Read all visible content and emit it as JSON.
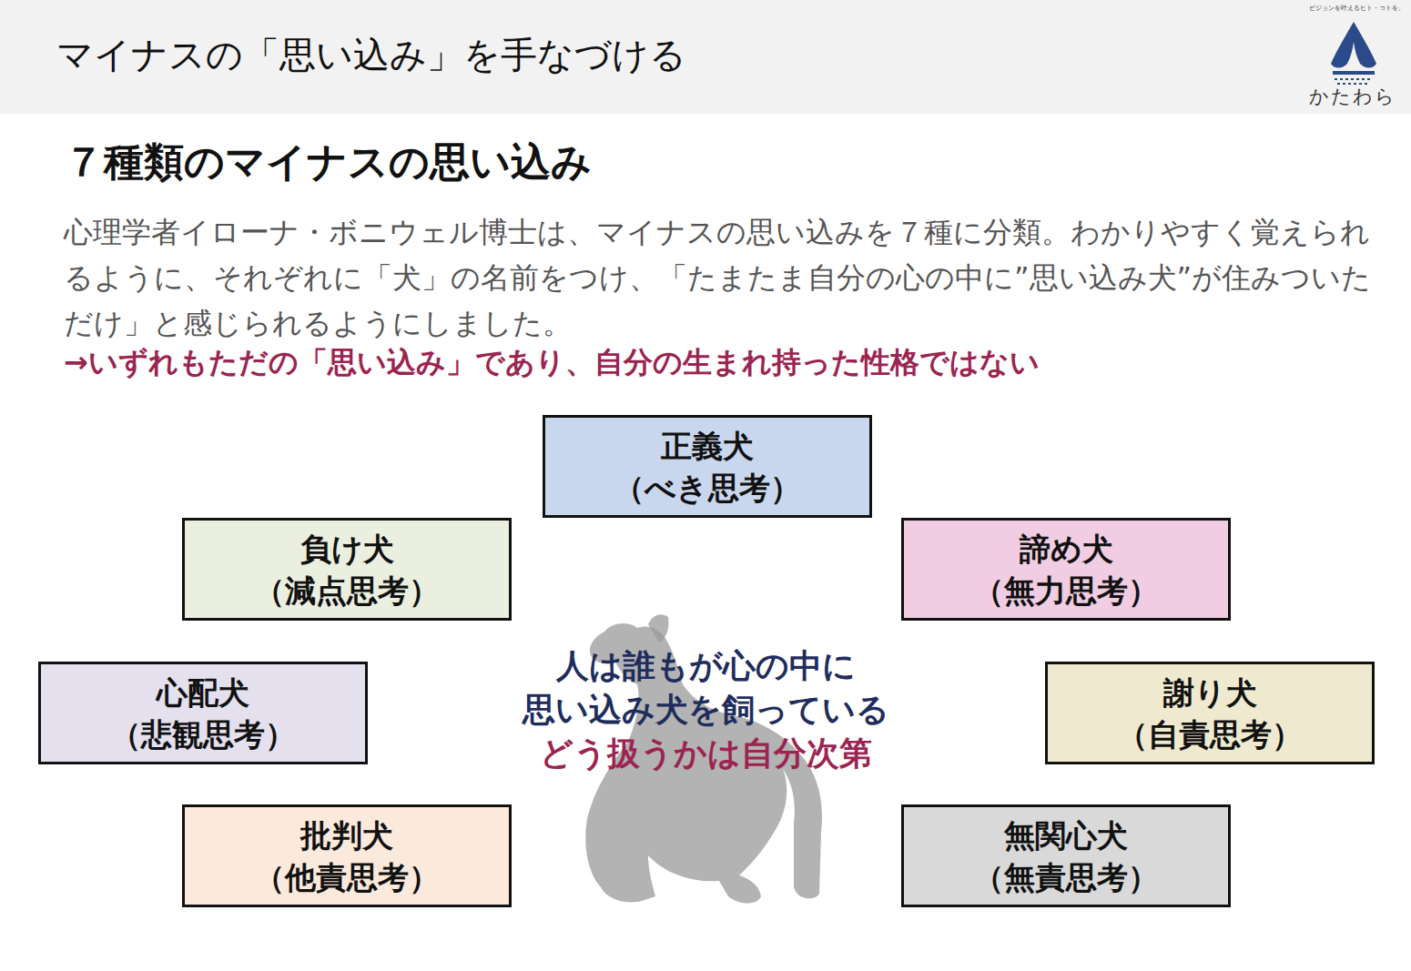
{
  "diagram": {
    "title": "マイナスの「思い込み」を手なづける",
    "nodes": [
      {
        "text": [
          "正義犬",
          "（べき思考）"
        ]
      },
      {
        "text": [
          "負け犬",
          "（減点思考）"
        ]
      },
      {
        "text": [
          "諦め犬",
          "（無力思考）"
        ]
      },
      {
        "text": [
          "心配犬",
          "（悲観思考）"
        ]
      },
      {
        "text": [
          "謝り犬",
          "（自責思考）"
        ]
      },
      {
        "text": [
          "批判犬",
          "（他責思考）"
        ]
      },
      {
        "text": [
          "無関心犬",
          "（無責思考）"
        ]
      }
    ],
    "labels": [
      "ビジョンを叶えるヒト・コトを。",
      "かたわら",
      "７種類のマイナスの思い込み",
      "心理学者イローナ・ボニウェル博士は、マイナスの思い込みを７種に分類。わかりやすく覚えられるように、それぞれに「犬」の名前をつけ、「たまたま自分の心の中に”思い込み犬”が住みついただけ」と感じられるようにしました。",
      "→いずれもただの「思い込み」であり、自分の生まれ持った性格ではない",
      "人は誰もが心の中に",
      "思い込み犬を飼っている",
      "どう扱うかは自分次第"
    ]
  }
}
